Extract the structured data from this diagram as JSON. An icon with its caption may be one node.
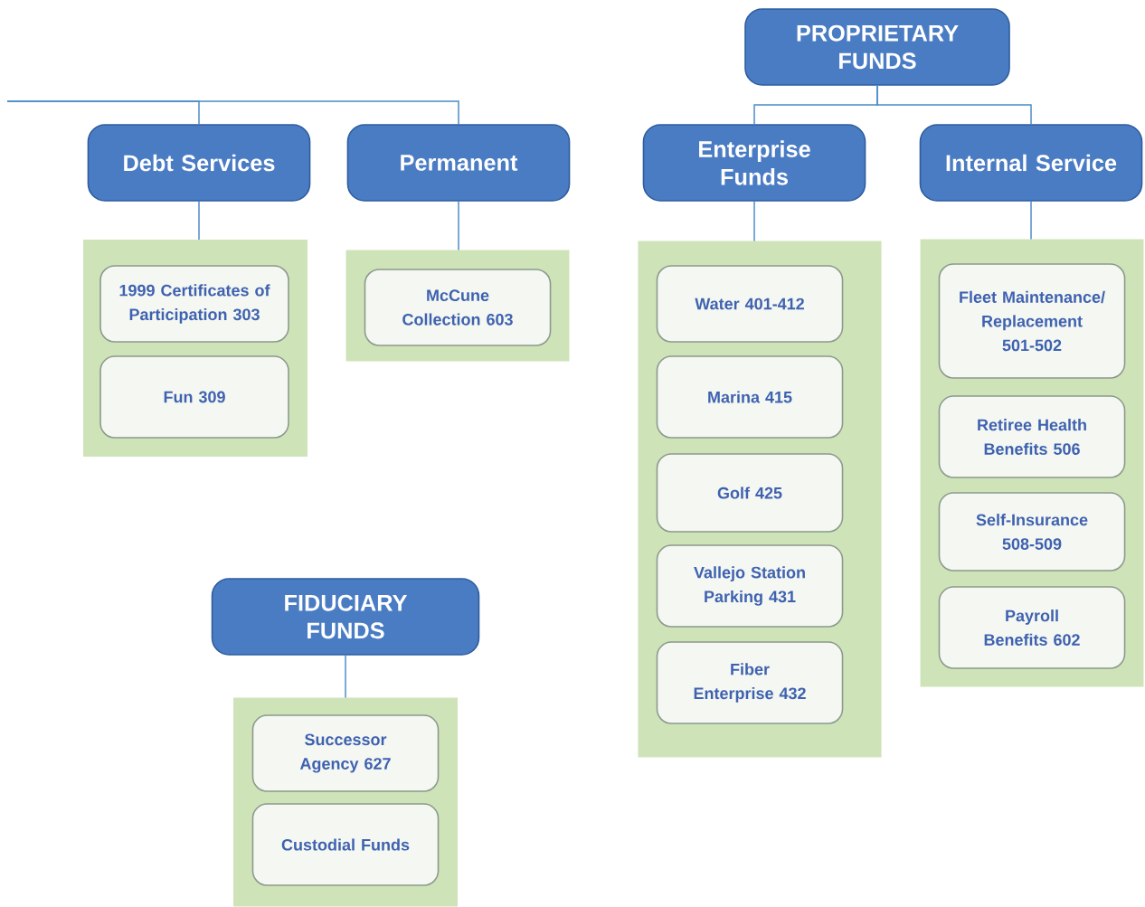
{
  "diagram": {
    "nodes": [
      {
        "text": [
          "PROPRIETARY FUNDS"
        ]
      },
      {
        "text": [
          "Debt Services"
        ]
      },
      {
        "text": [
          "Permanent"
        ]
      },
      {
        "text": [
          "Enterprise Funds"
        ]
      },
      {
        "text": [
          "Internal Service"
        ]
      },
      {
        "text": [],
        "shape": "box"
      },
      {
        "text": [
          "1999 Certificates of Participation 303"
        ],
        "in": 5
      },
      {
        "text": [
          "Fun 309"
        ],
        "in": 5
      },
      {
        "text": [],
        "shape": "box"
      },
      {
        "text": [
          "McCune Collection 603"
        ],
        "in": 8
      },
      {
        "text": [],
        "shape": "box"
      },
      {
        "text": [
          "Water 401-412"
        ],
        "in": 10
      },
      {
        "text": [
          "Marina 415"
        ],
        "in": 10
      },
      {
        "text": [
          "Golf 425"
        ],
        "in": 10
      },
      {
        "text": [
          "Vallejo Station Parking 431"
        ],
        "in": 10
      },
      {
        "text": [
          "Fiber Enterprise 432"
        ],
        "in": 10
      },
      {
        "text": [],
        "shape": "box"
      },
      {
        "text": [
          "Fleet Maintenance/ Replacement 501-502"
        ],
        "in": 16
      },
      {
        "text": [
          "Retiree Health Benefits 506"
        ],
        "in": 16
      },
      {
        "text": [
          "Self-Insurance 508-509"
        ],
        "in": 16
      },
      {
        "text": [
          "Payroll Benefits 602"
        ],
        "in": 16
      },
      {
        "text": [
          "FIDUCIARY FUNDS"
        ]
      },
      {
        "text": [],
        "shape": "box"
      },
      {
        "text": [
          "Successor Agency 627"
        ],
        "in": 22
      },
      {
        "text": [
          "Custodial Funds"
        ],
        "in": 22
      }
    ],
    "edges": [
      {
        "from": null,
        "to": 1,
        "arrow": "none"
      },
      {
        "from": null,
        "to": 2,
        "arrow": "none"
      },
      {
        "from": 0,
        "to": 3,
        "arrow": "none"
      },
      {
        "from": 0,
        "to": 4,
        "arrow": "none"
      },
      {
        "from": 1,
        "to": 5,
        "arrow": "none"
      },
      {
        "from": 2,
        "to": 8,
        "arrow": "none"
      },
      {
        "from": 3,
        "to": 10,
        "arrow": "none"
      },
      {
        "from": 4,
        "to": 16,
        "arrow": "none"
      },
      {
        "from": 21,
        "to": 22,
        "arrow": "none"
      }
    ]
  }
}
